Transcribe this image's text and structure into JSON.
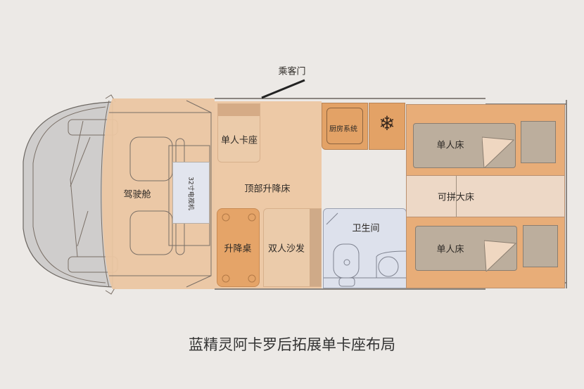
{
  "door_label": "乘客门",
  "rooms": {
    "cab": "驾驶舱",
    "tv": "32寸电视机",
    "single_seat": "单人卡座",
    "roof_bed": "顶部升降床",
    "lift_table": "升降桌",
    "double_sofa": "双人沙发",
    "kitchen": "厨房系统",
    "bathroom": "卫生间",
    "single_bed_top": "单人床",
    "combined_bed": "可拼大床",
    "single_bed_bottom": "单人床"
  },
  "caption": "蓝精灵阿卡罗后拓展单卡座布局",
  "colors": {
    "background": "#ece9e6",
    "cabin": "#ebc7a3",
    "orange": "#e3a266",
    "bed": "#bcae9d",
    "bath": "#dde1ec"
  }
}
